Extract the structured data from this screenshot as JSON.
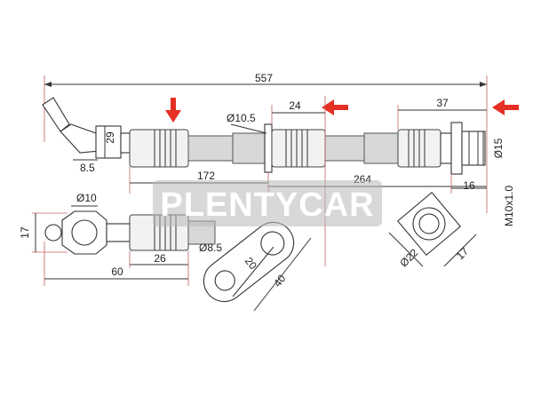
{
  "dimensions": {
    "total_length": "557",
    "d_24": "24",
    "d_37": "37",
    "d_29": "29",
    "d_8_5": "8.5",
    "d_10_5": "Ø10.5",
    "d_172": "172",
    "d_264": "264",
    "d_15": "Ø15",
    "d_16": "16",
    "thread": "M10x1.0",
    "d_10": "Ø10",
    "d_17_left": "17",
    "d_60": "60",
    "d_26": "26",
    "d_8_5_hole": "Ø8.5",
    "d_20": "20",
    "d_40": "40",
    "d_22": "Ø22",
    "d_17_right": "17"
  },
  "watermark": {
    "text": "PLENTYCAR"
  },
  "colors": {
    "arrow": "#e53025",
    "line": "#333333",
    "ext": "#c06060"
  }
}
